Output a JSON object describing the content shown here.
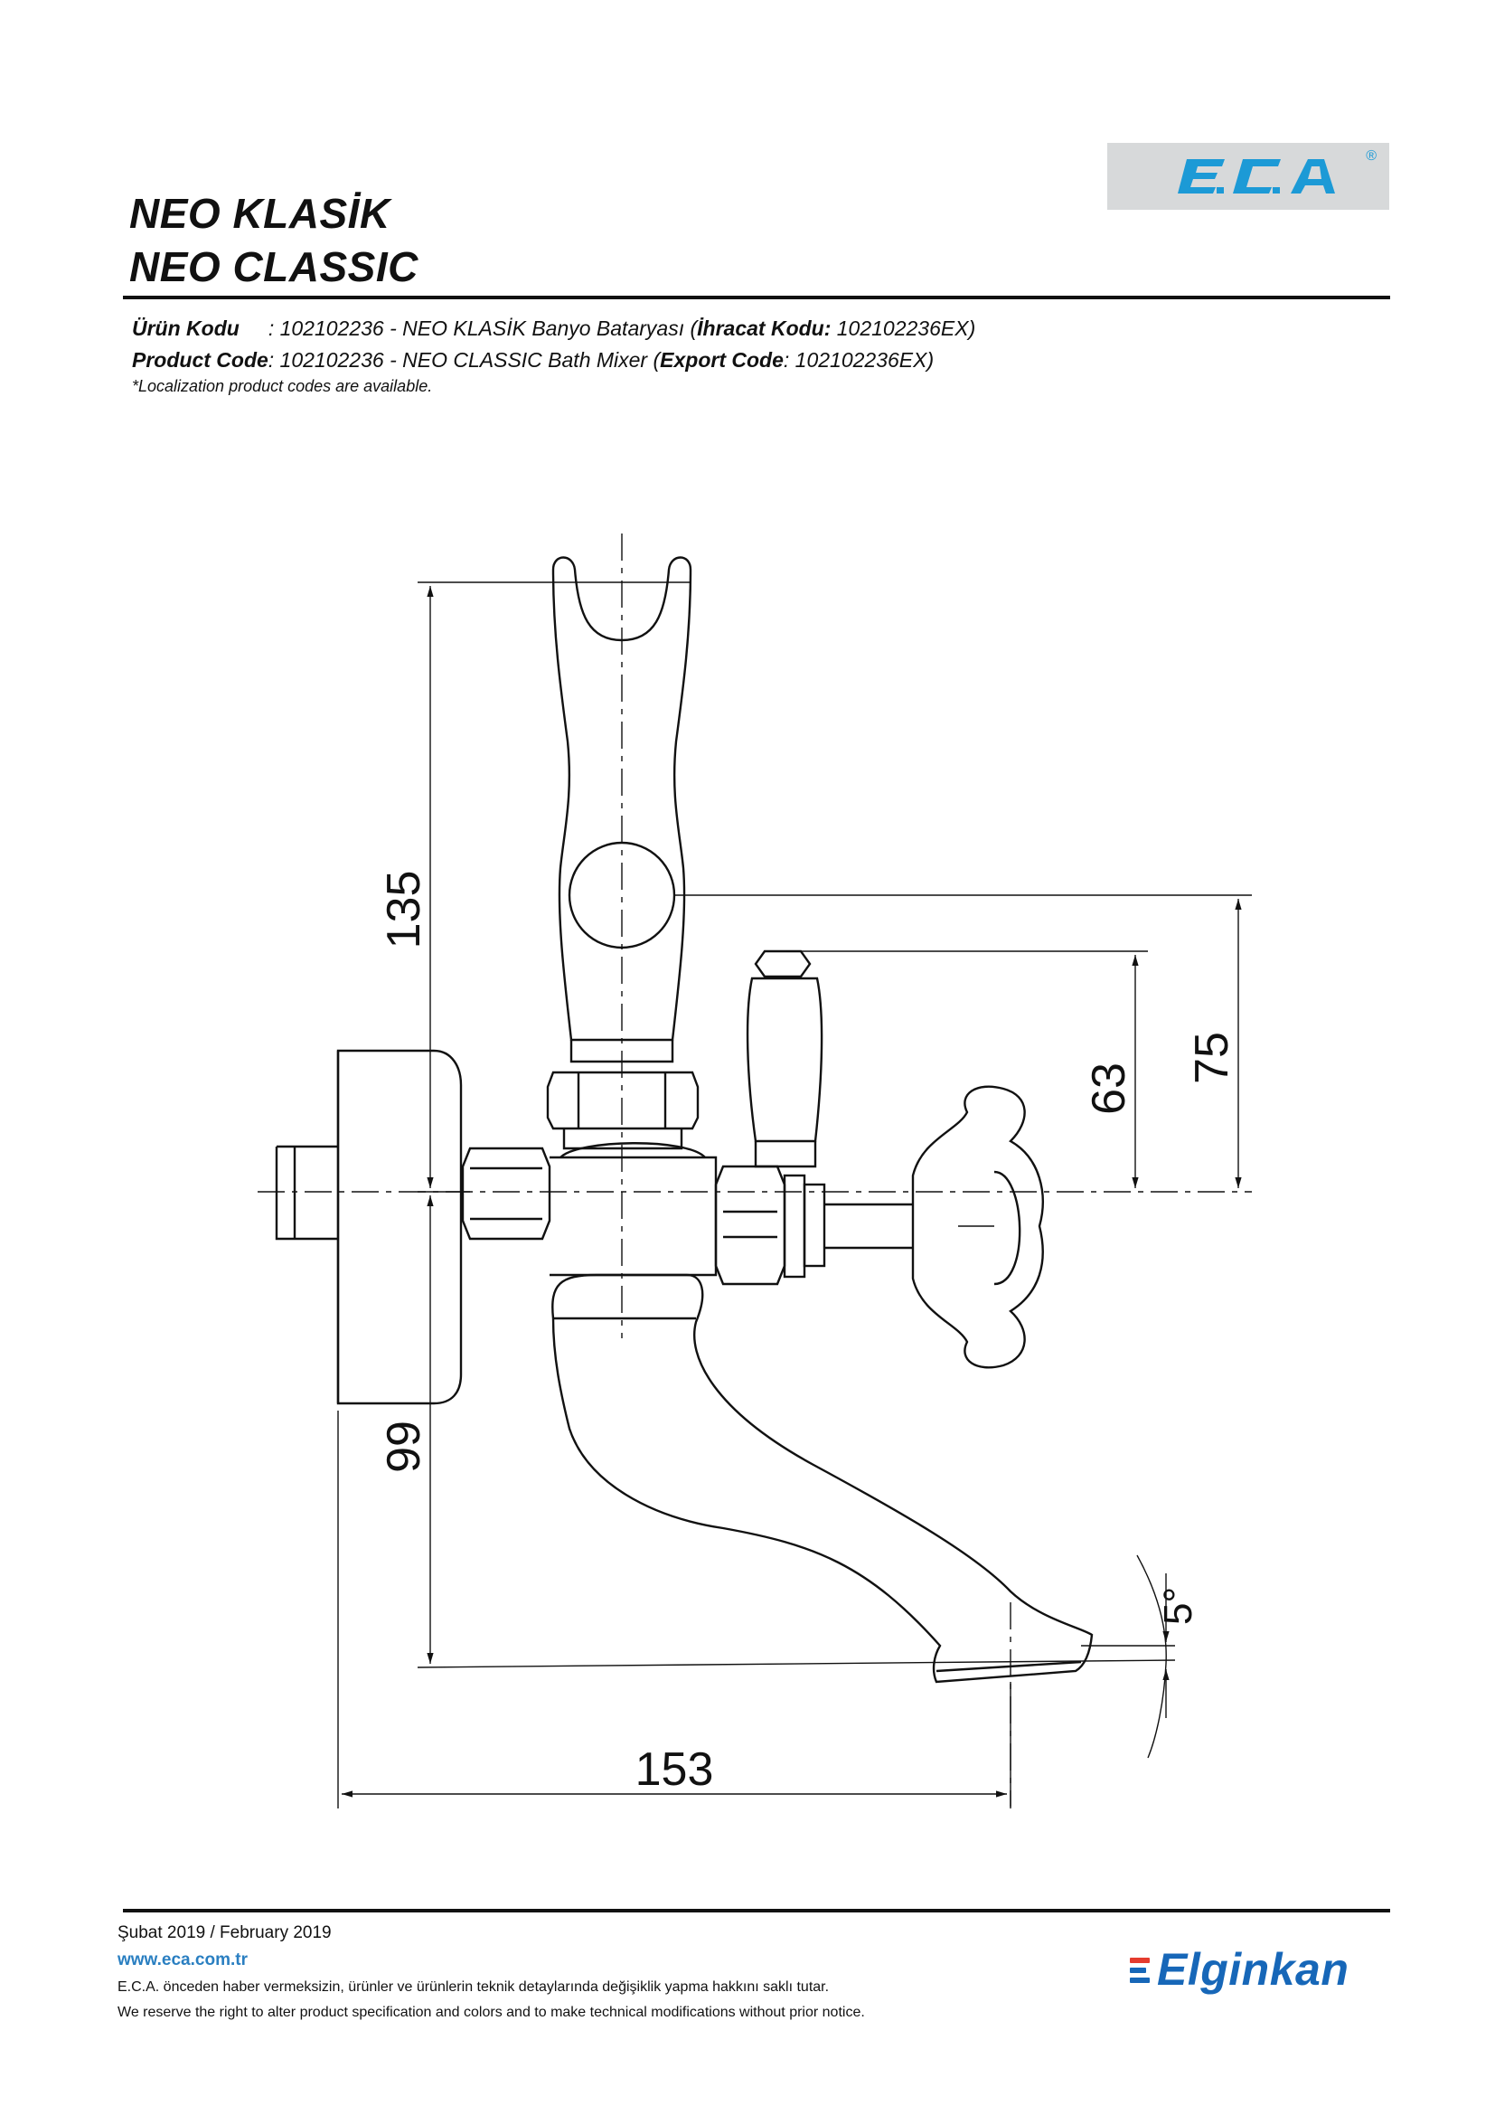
{
  "brand": {
    "logo_text": "E.C.A",
    "logo_color": "#1c9ad6",
    "logo_bg": "#d7d9da",
    "registered_mark": "®"
  },
  "title": {
    "line1": "NEO KLASİK",
    "line2": "NEO CLASSIC"
  },
  "codes": {
    "tr_label": "Ürün Kodu",
    "tr_text": ": 102102236 - NEO KLASİK Banyo Bataryası (",
    "tr_export_label": "İhracat Kodu:",
    "tr_export_value": " 102102236EX)",
    "en_label": "Product Code",
    "en_text": ": 102102236 - NEO CLASSIC Bath Mixer (",
    "en_export_label": "Export Code",
    "en_export_value": ": 102102236EX)",
    "note": "*Localization product codes are available."
  },
  "dimensions": {
    "height_total": "135",
    "height_lower": "99",
    "width_total": "153",
    "handle_height_63": "63",
    "handle_height_75": "75",
    "spout_angle": "5°"
  },
  "footer": {
    "date": "Şubat 2019 / February 2019",
    "website": "www.eca.com.tr",
    "disclaimer_tr": "E.C.A. önceden haber vermeksizin, ürünler ve ürünlerin teknik detaylarında değişiklik yapma hakkını saklı tutar.",
    "disclaimer_en": "We reserve the right to alter product specification and colors and to make technical modifications without prior notice."
  },
  "partner": {
    "name": "Elginkan",
    "color": "#1767b8",
    "stripe_colors": [
      "#e53c2e",
      "#1767b8",
      "#1767b8"
    ]
  }
}
